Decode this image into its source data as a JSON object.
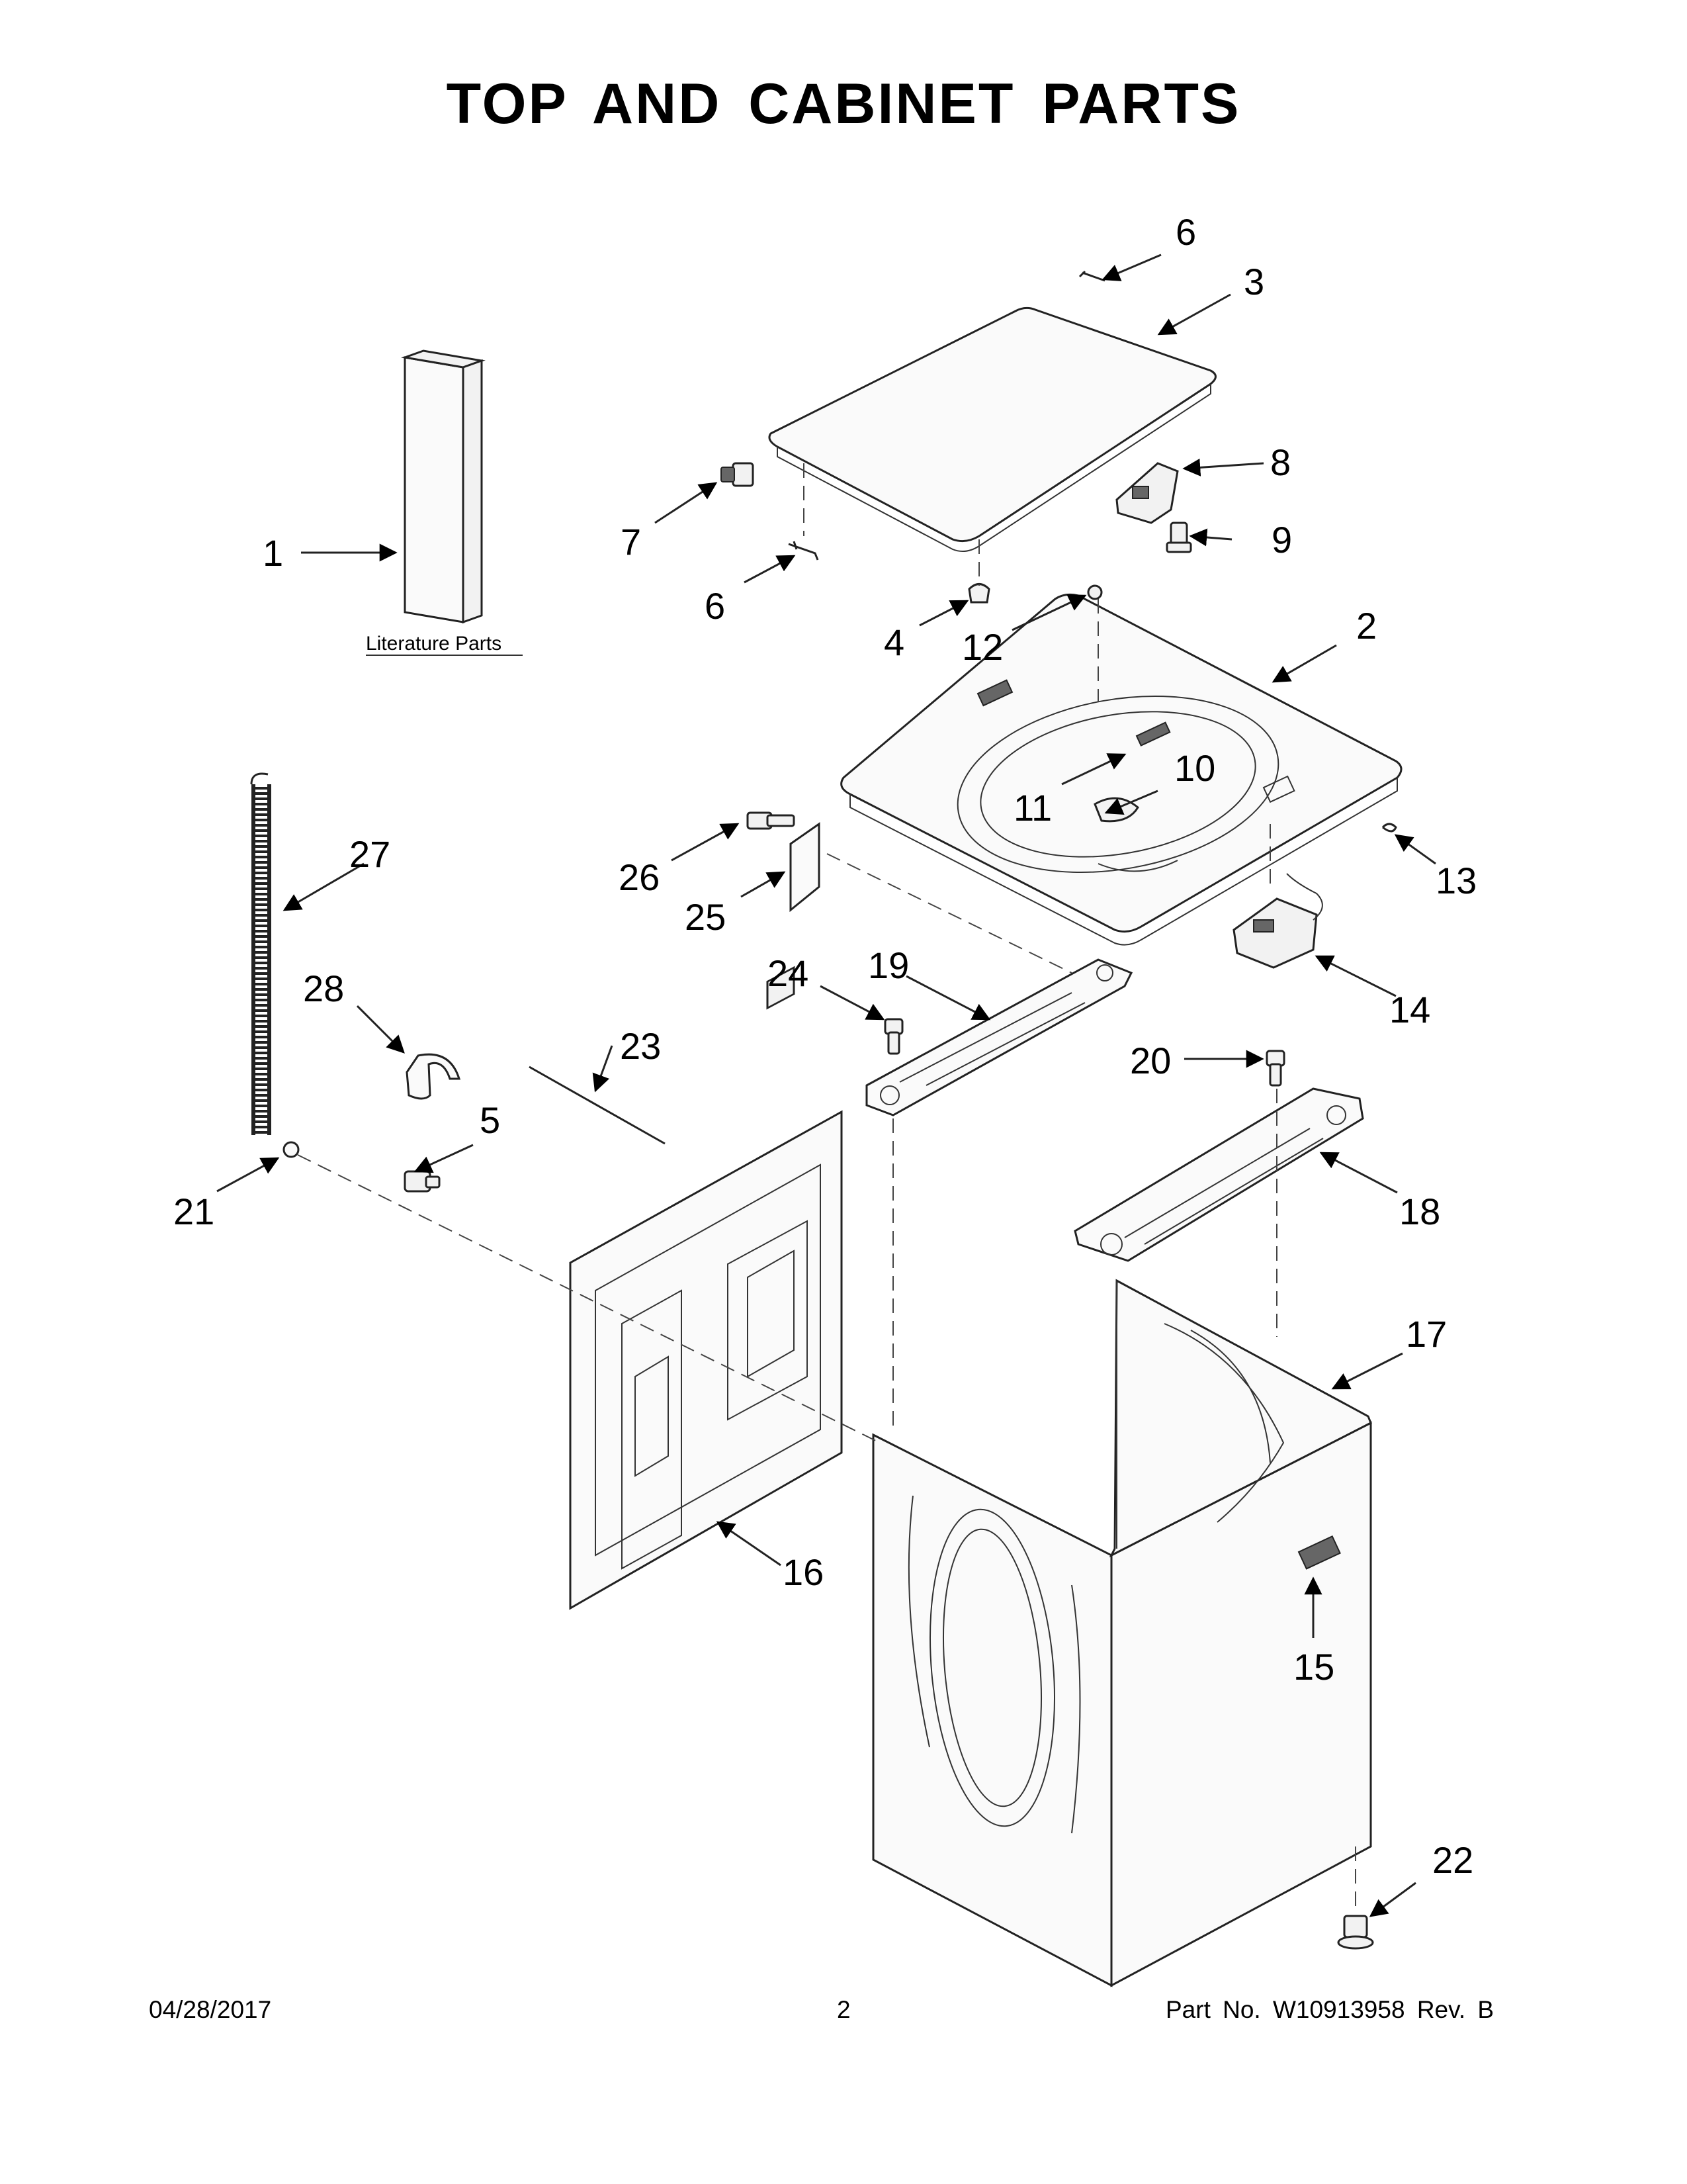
{
  "header": {
    "title": "TOP AND CABINET PARTS"
  },
  "literature": {
    "label": "Literature Parts"
  },
  "callouts": {
    "c1": "1",
    "c2": "2",
    "c3": "3",
    "c4": "4",
    "c5": "5",
    "c6a": "6",
    "c6b": "6",
    "c7": "7",
    "c8": "8",
    "c9": "9",
    "c10": "10",
    "c11": "11",
    "c12": "12",
    "c13": "13",
    "c14": "14",
    "c15": "15",
    "c16": "16",
    "c17": "17",
    "c18": "18",
    "c19": "19",
    "c20": "20",
    "c21": "21",
    "c22": "22",
    "c23": "23",
    "c24": "24",
    "c25": "25",
    "c26": "26",
    "c27": "27",
    "c28": "28"
  },
  "footer": {
    "date": "04/28/2017",
    "page": "2",
    "part": "Part No.  W10913958  Rev.  B"
  }
}
